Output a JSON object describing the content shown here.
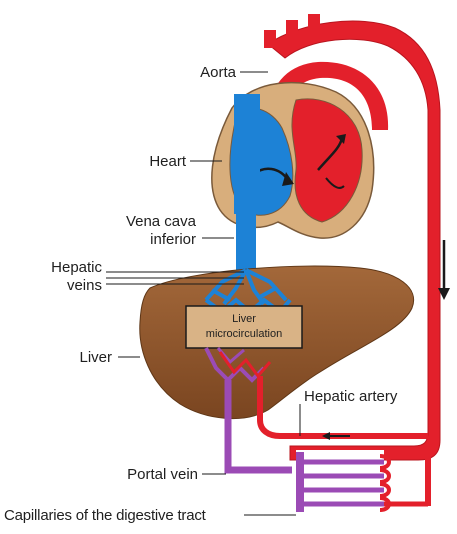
{
  "diagram": {
    "labels": {
      "aorta": "Aorta",
      "heart": "Heart",
      "vena_cava_line1": "Vena cava",
      "vena_cava_line2": "inferior",
      "hepatic_veins_line1": "Hepatic",
      "hepatic_veins_line2": "veins",
      "liver": "Liver",
      "liver_micro_line1": "Liver",
      "liver_micro_line2": "microcirculation",
      "hepatic_artery": "Hepatic artery",
      "portal_vein": "Portal vein",
      "capillaries": "Capillaries of the digestive tract"
    },
    "colors": {
      "artery_red": "#e3202b",
      "vein_blue": "#1d82d6",
      "liver_brown": "#8b5229",
      "heart_tan": "#d8ae7c",
      "portal_purple": "#9b4bb5",
      "box_fill": "#d9b386"
    }
  }
}
